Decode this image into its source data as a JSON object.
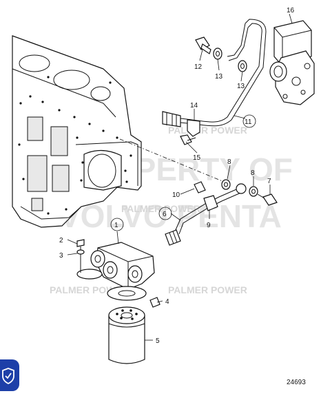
{
  "watermark": {
    "brand_top": "PALMER POWER",
    "brand_mid": "PALMER POWER",
    "brand_left": "PALMER POWER",
    "brand_right": "PALMER POWER",
    "property_line1": "PROPERTY OF",
    "property_line2": "VOLVO PENTA"
  },
  "callouts": {
    "c1": "1",
    "c2": "2",
    "c3": "3",
    "c4": "4",
    "c5": "5",
    "c6": "6",
    "c7": "7",
    "c8a": "8",
    "c8b": "8",
    "c9": "9",
    "c10": "10",
    "c11": "11",
    "c12": "12",
    "c13a": "13",
    "c13b": "13",
    "c14": "14",
    "c15": "15",
    "c16": "16"
  },
  "document_number": "24693",
  "badge_icon": "shield-check-icon"
}
